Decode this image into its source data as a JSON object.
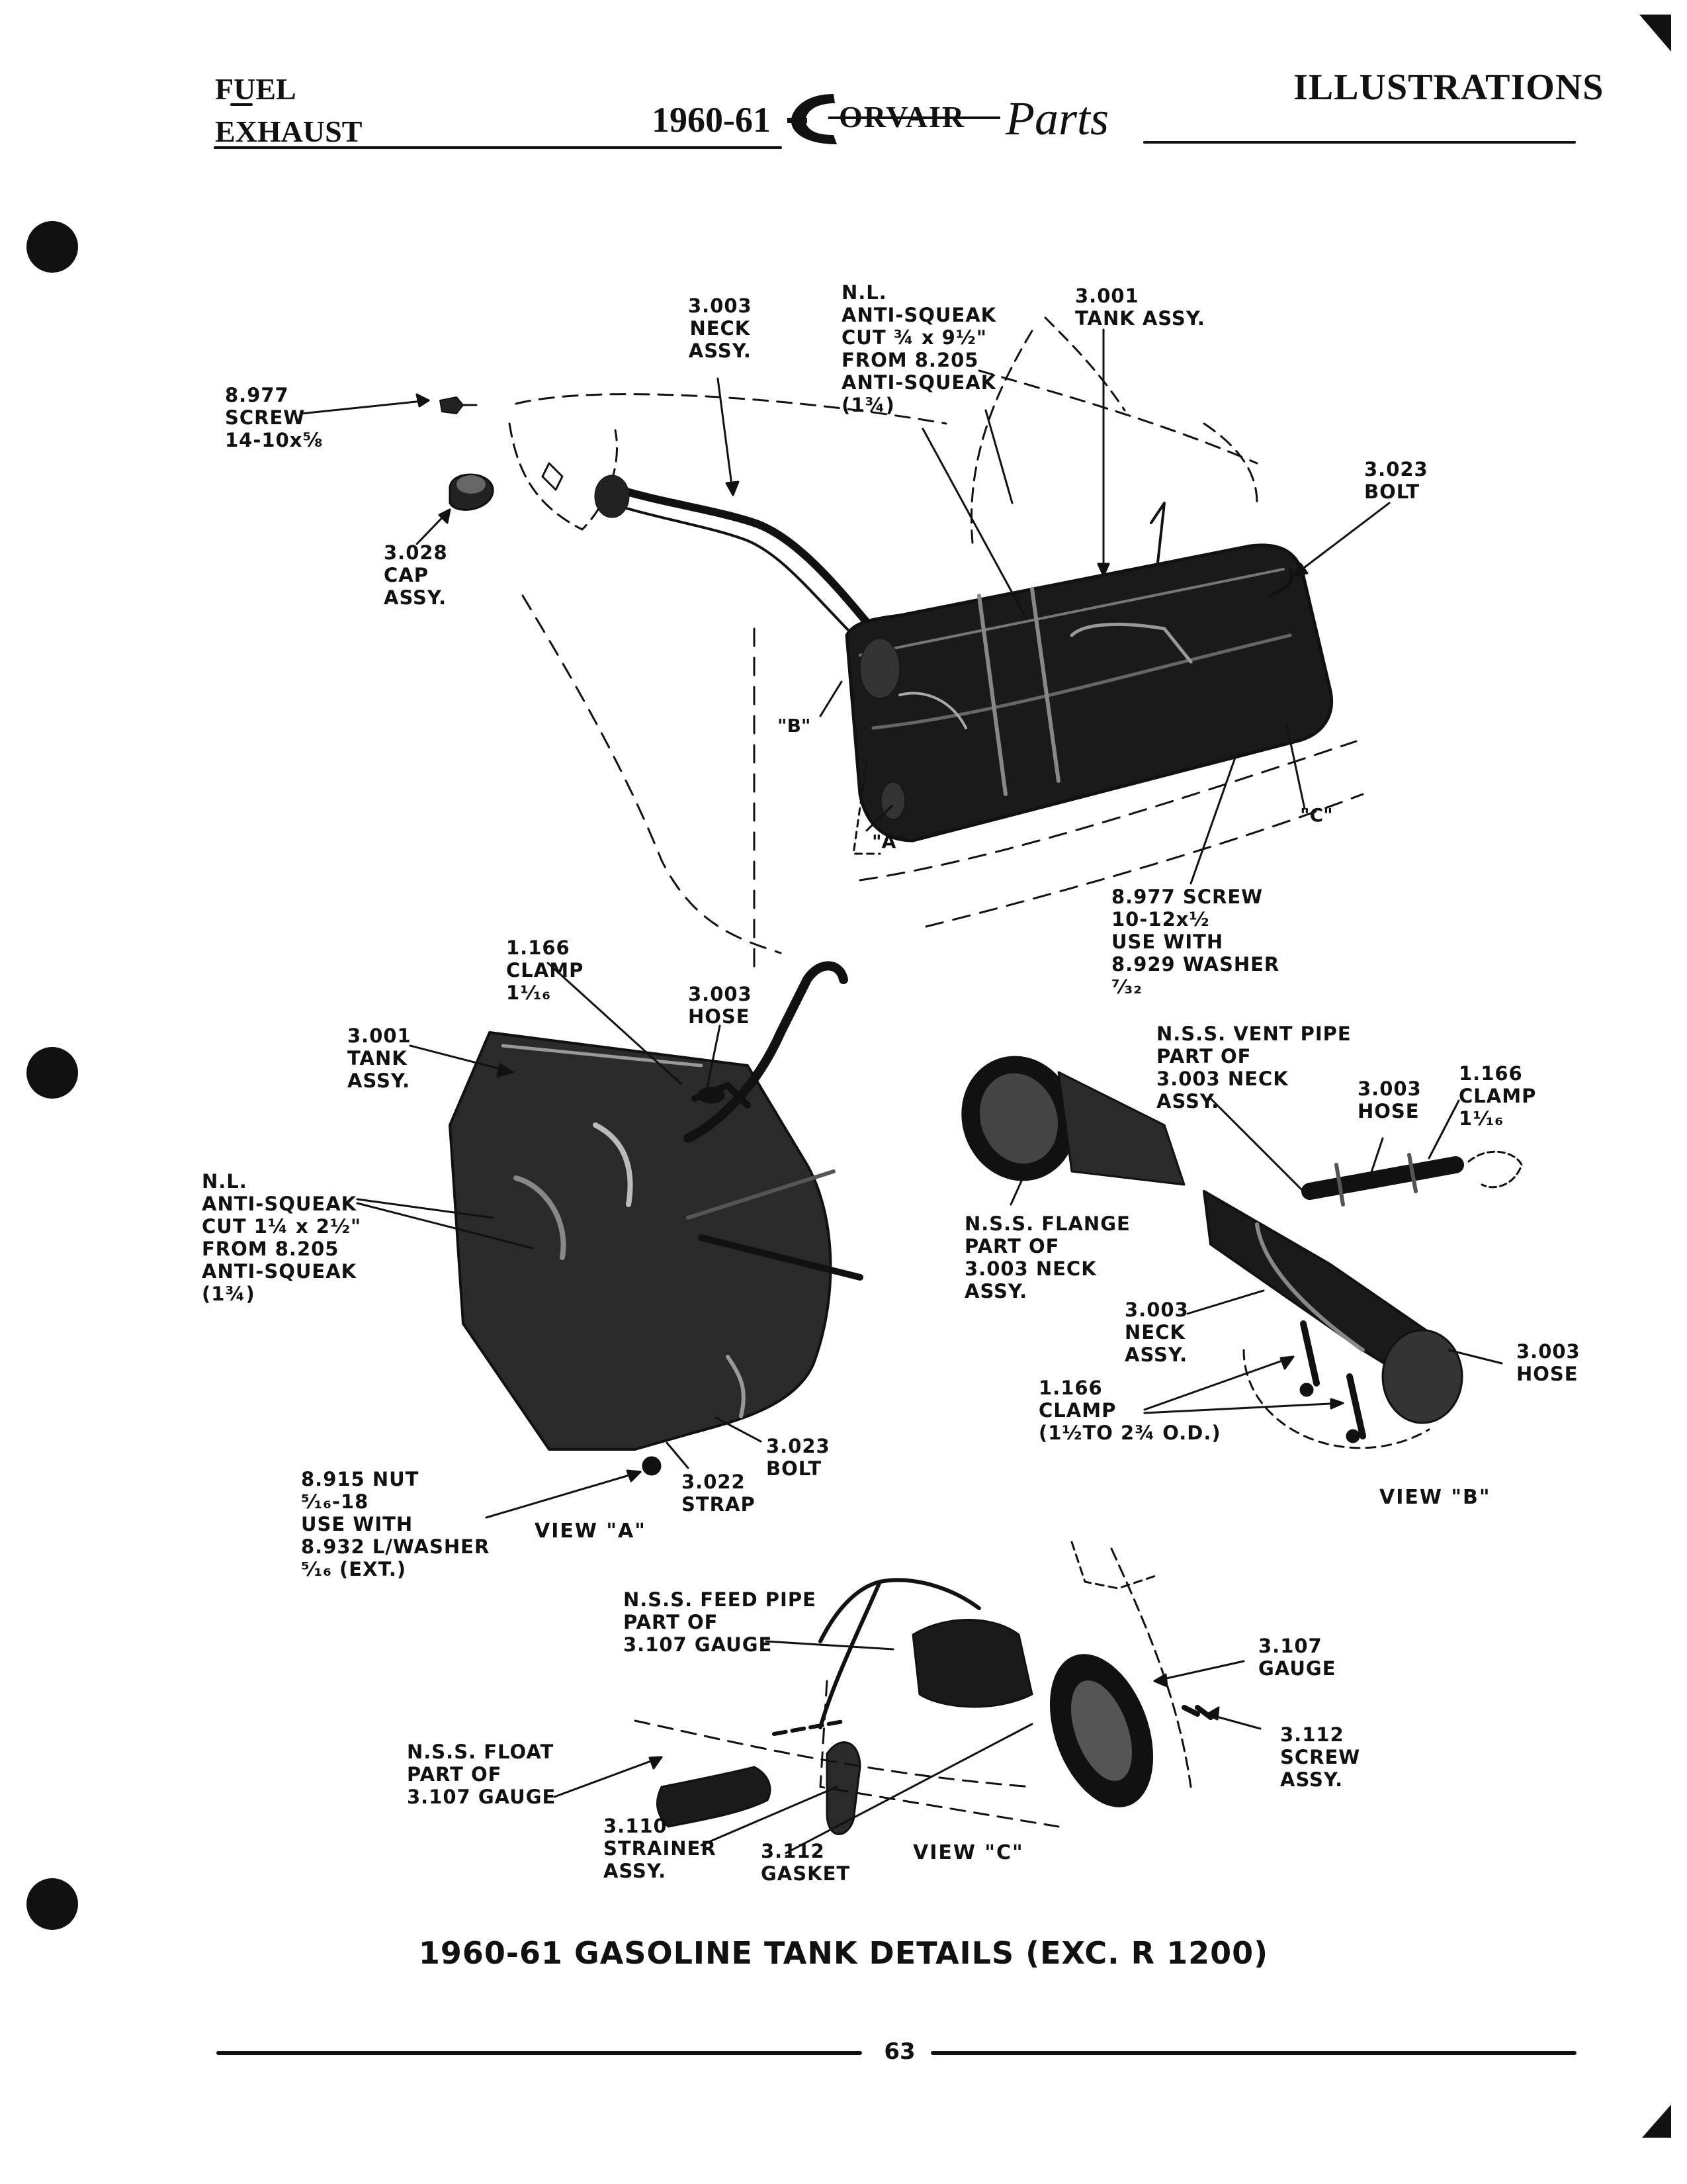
{
  "header": {
    "left_line1": "FUEL",
    "left_line2": "EXHAUST",
    "year": "1960-61",
    "logo_word": "ORVAIR",
    "logo_script": "Parts",
    "right_title": "ILLUSTRATIONS"
  },
  "labels": {
    "neck_assy_top": [
      "3.003",
      "NECK",
      "ASSY."
    ],
    "nl_anti_squeak_top": [
      "N.L.",
      "ANTI-SQUEAK",
      "CUT ¾ x 9½\"",
      "FROM 8.205",
      "ANTI-SQUEAK",
      "(1¾)"
    ],
    "tank_assy_top": [
      "3.001",
      "TANK ASSY."
    ],
    "screw_top": [
      "8.977",
      "SCREW",
      "14-10x⅝"
    ],
    "bolt_top": [
      "3.023",
      "BOLT"
    ],
    "cap_assy": [
      "3.028",
      "CAP",
      "ASSY."
    ],
    "screw_bottom": [
      "8.977 SCREW",
      "10-12x½",
      "USE WITH",
      "8.929 WASHER",
      "⁷⁄₃₂"
    ],
    "clamp_a": [
      "1.166",
      "CLAMP",
      "1¹⁄₁₆"
    ],
    "hose_a": [
      "3.003",
      "HOSE"
    ],
    "tank_assy_a": [
      "3.001",
      "TANK",
      "ASSY."
    ],
    "nl_anti_squeak_a": [
      "N.L.",
      "ANTI-SQUEAK",
      "CUT 1¼ x 2½\"",
      "FROM 8.205",
      "ANTI-SQUEAK",
      "(1¾)"
    ],
    "nut_a": [
      "8.915 NUT",
      "⁵⁄₁₆-18",
      "USE WITH",
      "8.932 L/WASHER",
      "⁵⁄₁₆ (EXT.)"
    ],
    "strap_a": [
      "3.022",
      "STRAP"
    ],
    "bolt_a": [
      "3.023",
      "BOLT"
    ],
    "vent_pipe_b": [
      "N.S.S. VENT PIPE",
      "PART OF",
      "3.003 NECK",
      "ASSY."
    ],
    "hose_b_top": [
      "3.003",
      "HOSE"
    ],
    "clamp_b_top": [
      "1.166",
      "CLAMP",
      "1¹⁄₁₆"
    ],
    "flange_b": [
      "N.S.S. FLANGE",
      "PART OF",
      "3.003 NECK",
      "ASSY."
    ],
    "neck_assy_b": [
      "3.003",
      "NECK",
      "ASSY."
    ],
    "hose_b_right": [
      "3.003",
      "HOSE"
    ],
    "clamp_b_bottom": [
      "1.166",
      "CLAMP",
      "(1½TO 2¾ O.D.)"
    ],
    "feed_pipe_c": [
      "N.S.S. FEED PIPE",
      "PART OF",
      "3.107 GAUGE"
    ],
    "gauge_c": [
      "3.107",
      "GAUGE"
    ],
    "screw_assy_c": [
      "3.112",
      "SCREW",
      "ASSY."
    ],
    "float_c": [
      "N.S.S. FLOAT",
      "PART OF",
      "3.107 GAUGE"
    ],
    "strainer_c": [
      "3.110",
      "STRAINER",
      "ASSY."
    ],
    "gasket_c": [
      "3.112",
      "GASKET"
    ]
  },
  "views": {
    "a": "VIEW \"A\"",
    "b": "VIEW \"B\"",
    "c": "VIEW \"C\""
  },
  "callouts": {
    "a": "\"A\"",
    "b": "\"B\"",
    "c": "\"C\""
  },
  "caption": "1960-61 GASOLINE TANK DETAILS (EXC. R 1200)",
  "page_number": "63"
}
